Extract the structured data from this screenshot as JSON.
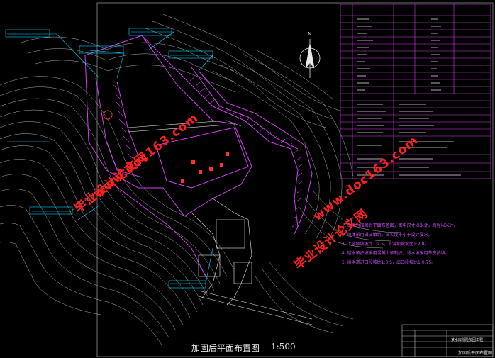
{
  "drawing": {
    "title": "加固后平面布置图",
    "scale": "1:500"
  },
  "watermarks": [
    "毕业设计论文网",
    "www.doc163.com"
  ],
  "north_arrow_label": "N",
  "colors": {
    "background": "#000000",
    "contour": "#cfcfcf",
    "structure": "#d63cf2",
    "annotation": "#00d7ff",
    "watermark": "#ff1f1f",
    "table_line": "#d63cf2"
  },
  "design_notes": [
    "1. 本图为加固后平面布置图，图中尺寸以米计，高程以米计。",
    "2. 坝体采用碾压填筑，压实度不小于设计要求。",
    "3. 上游坝坡坡比1:2.5，下游坝坡坡比1:2.0。",
    "4. 迎水坡护坡采用混凝土预制块，背水坡采用草皮护坡。",
    "5. 溢洪道进口段坡比1:0.5，出口段坡比1:0.75。"
  ],
  "title_block": {
    "project": "某水库除险加固工程",
    "sheet": "加固后平面布置图"
  }
}
